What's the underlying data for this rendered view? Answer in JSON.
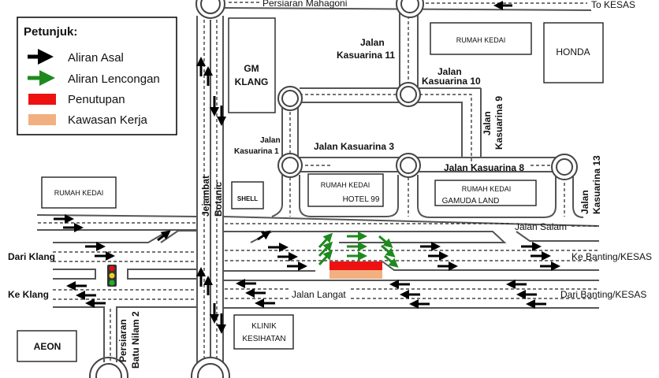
{
  "legend": {
    "title": "Petunjuk:",
    "items": [
      {
        "label": "Aliran Asal",
        "color": "#000000"
      },
      {
        "label": "Aliran Lencongan",
        "color": "#1e8a1e"
      },
      {
        "label": "Penutupan",
        "color": "#ee1111"
      },
      {
        "label": "Kawasan Kerja",
        "color": "#f2b080"
      }
    ]
  },
  "roads": {
    "mahagoni": "Persiaran Mahagoni",
    "to_kesas": "To KESAS",
    "kasuarina11_a": "Jalan",
    "kasuarina11_b": "Kasuarina 11",
    "kasuarina10_a": "Jalan",
    "kasuarina10_b": "Kasuarina 10",
    "kasuarina9_a": "Jalan",
    "kasuarina9_b": "Kasuarina 9",
    "kasuarina1_a": "Jalan",
    "kasuarina1_b": "Kasuarina 1",
    "kasuarina3": "Jalan Kasuarina 3",
    "kasuarina8": "Jalan Kasuarina 8",
    "kasuarina13_a": "Jalan",
    "kasuarina13_b": "Kasuarina 13",
    "jejambat_a": "Jejambat",
    "jejambat_b": "Botanic",
    "salam": "Jalan Salam",
    "langat": "Jalan Langat",
    "dari_klang": "Dari Klang",
    "ke_klang": "Ke Klang",
    "ke_banting": "Ke Banting/KESAS",
    "dari_banting": "Dari Banting/KESAS",
    "batu_nilam_a": "Persiaran",
    "batu_nilam_b": "Batu Nilam 2"
  },
  "buildings": {
    "gm_a": "GM",
    "gm_b": "KLANG",
    "rumah_kedai_top": "RUMAH KEDAI",
    "honda": "HONDA",
    "rumah_kedai_left": "RUMAH KEDAI",
    "shell": "SHELL",
    "hotel_a": "RUMAH KEDAI",
    "hotel_b": "HOTEL 99",
    "gamuda_a": "RUMAH KEDAI",
    "gamuda_b": "GAMUDA LAND",
    "klinik_a": "KLINIK",
    "klinik_b": "KESIHATAN",
    "aeon": "AEON"
  }
}
